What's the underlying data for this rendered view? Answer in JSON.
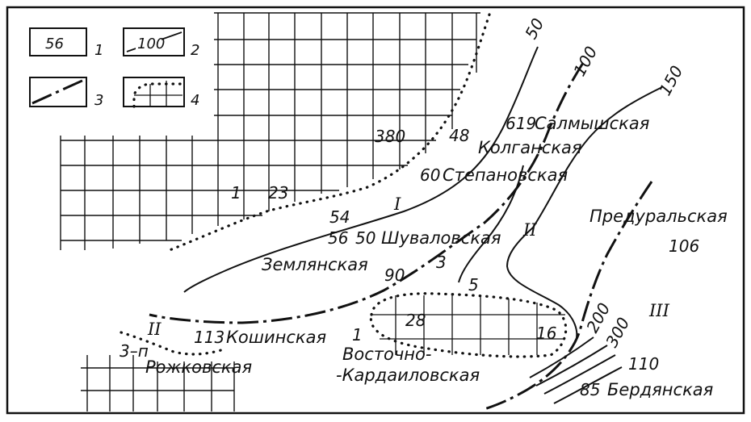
{
  "legend": [
    {
      "sample": "56",
      "num": "1"
    },
    {
      "sample": "100",
      "num": "2"
    },
    {
      "sample": "",
      "num": "3"
    },
    {
      "sample": "",
      "num": "4"
    }
  ],
  "isolines": {
    "i50": "50",
    "i100": "100",
    "i150": "150",
    "i200": "200",
    "i300": "300"
  },
  "zones": {
    "z1": "I",
    "z2": "II",
    "z2b": "II",
    "z3": "III"
  },
  "areas": {
    "salmysh": "Салмышская",
    "salmysh_val": "619",
    "kolgan": "Колганская",
    "kolgan_val": "48",
    "stepan": "Степановская",
    "stepan_val": "60",
    "num380": "380",
    "shuval": "Шуваловская",
    "shuval_val": "50",
    "zemlyan": "Землянская",
    "v54": "54",
    "v56": "56",
    "v3": "3",
    "v90": "90",
    "v5": "5",
    "kosh": "Кошинская",
    "kosh_val": "113",
    "rozhk": "Рожковская",
    "rozhk_val": "3–п",
    "vost1": "Восточно-",
    "vost2": "-Кардаиловская",
    "vost_val": "1",
    "v28": "28",
    "v16": "16",
    "pred": "Предуральская",
    "pred_val": "106",
    "berd": "Бердянская",
    "berd_val": "85",
    "v110": "110",
    "v1": "1",
    "v23": "23"
  }
}
